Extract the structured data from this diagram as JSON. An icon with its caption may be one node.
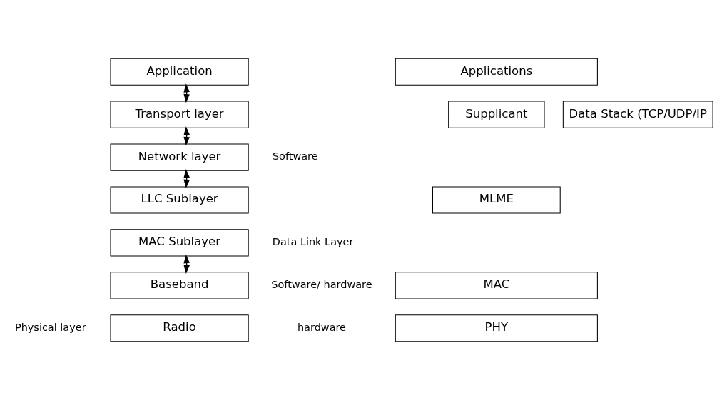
{
  "diagram": {
    "nodes": [
      {
        "text": [
          "Application"
        ]
      },
      {
        "text": [
          "Transport layer"
        ]
      },
      {
        "text": [
          "Network layer"
        ]
      },
      {
        "text": [
          "LLC Sublayer"
        ]
      },
      {
        "text": [
          "MAC Sublayer"
        ]
      },
      {
        "text": [
          "Baseband"
        ]
      },
      {
        "text": [
          "Radio"
        ]
      },
      {
        "text": [
          "Applications"
        ]
      },
      {
        "text": [
          "Supplicant"
        ]
      },
      {
        "text": [
          "Data Stack (TCP/UDP/IP"
        ]
      },
      {
        "text": [
          "MLME"
        ]
      },
      {
        "text": [
          "MAC"
        ]
      },
      {
        "text": [
          "PHY"
        ]
      }
    ],
    "edges": [
      {
        "from": 0,
        "to": 1,
        "arrow": "both"
      },
      {
        "from": 1,
        "to": 2,
        "arrow": "both"
      },
      {
        "from": 2,
        "to": 3,
        "arrow": "both"
      },
      {
        "from": 4,
        "to": 5,
        "arrow": "both"
      }
    ],
    "labels": [
      "Software",
      "Data Link Layer",
      "Software/ hardware",
      "Physical layer",
      "hardware"
    ]
  }
}
